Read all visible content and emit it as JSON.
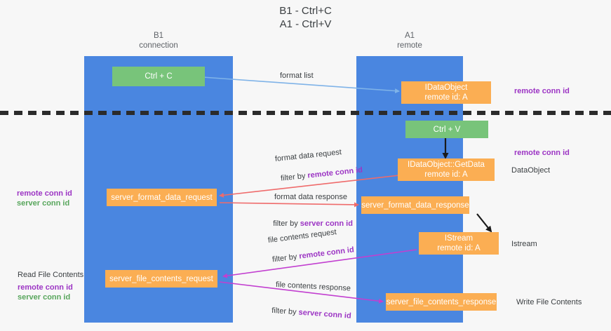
{
  "title": "B1 - Ctrl+C\nA1 - Ctrl+V",
  "lanes": [
    {
      "name": "b1",
      "header": "B1\nconnection"
    },
    {
      "name": "a1",
      "header": "A1\nremote"
    }
  ],
  "nodes": {
    "ctrl_c": "Ctrl + C",
    "idataobject": "IDataObject\nremote id: A",
    "ctrl_v": "Ctrl + V",
    "getdata": "IDataObject::GetData\nremote id: A",
    "server_format_data_request": "server_format_data_request",
    "server_format_data_response": "server_format_data_response",
    "istream": "IStream\nremote id: A",
    "server_file_contents_request": "server_file_contents_request",
    "server_file_contents_response": "server_file_contents_response"
  },
  "edge_labels": {
    "format_list": "format list",
    "format_data_request": "format data request",
    "format_data_request_filter_prefix": "filter by ",
    "format_data_request_filter_value": "remote conn id",
    "format_data_response": "format data response",
    "format_data_response_filter_prefix": "filter by ",
    "format_data_response_filter_value": "server conn id",
    "file_contents_request": "file contents request",
    "file_contents_request_filter_prefix": "filter by ",
    "file_contents_request_filter_value": "remote conn id",
    "file_contents_response": "file contents response",
    "file_contents_response_filter_prefix": "filter by ",
    "file_contents_response_filter_value": "server conn id"
  },
  "annotations": {
    "right_remote_conn_id_1": "remote conn id",
    "right_remote_conn_id_2": "remote conn id",
    "right_dataobject": "DataObject",
    "right_istream": "Istream",
    "right_write_file_contents": "Write File Contents",
    "left_remote_conn_id": "remote conn id",
    "left_server_conn_id": "server conn id",
    "left_read_file_contents": "Read File Contents",
    "left_remote_conn_id_2": "remote conn id",
    "left_server_conn_id_2": "server conn id"
  },
  "colors": {
    "lane": "#4a86e0",
    "green_node": "#78c47a",
    "orange_node": "#fbae53",
    "purple_text": "#9c35c4",
    "green_text": "#58a65c",
    "blue_arrow": "#7fb3e8",
    "red_arrow": "#ef6b6b",
    "magenta_arrow": "#c23fd0",
    "black_arrow": "#1a1a1a",
    "background": "#f7f7f7"
  }
}
